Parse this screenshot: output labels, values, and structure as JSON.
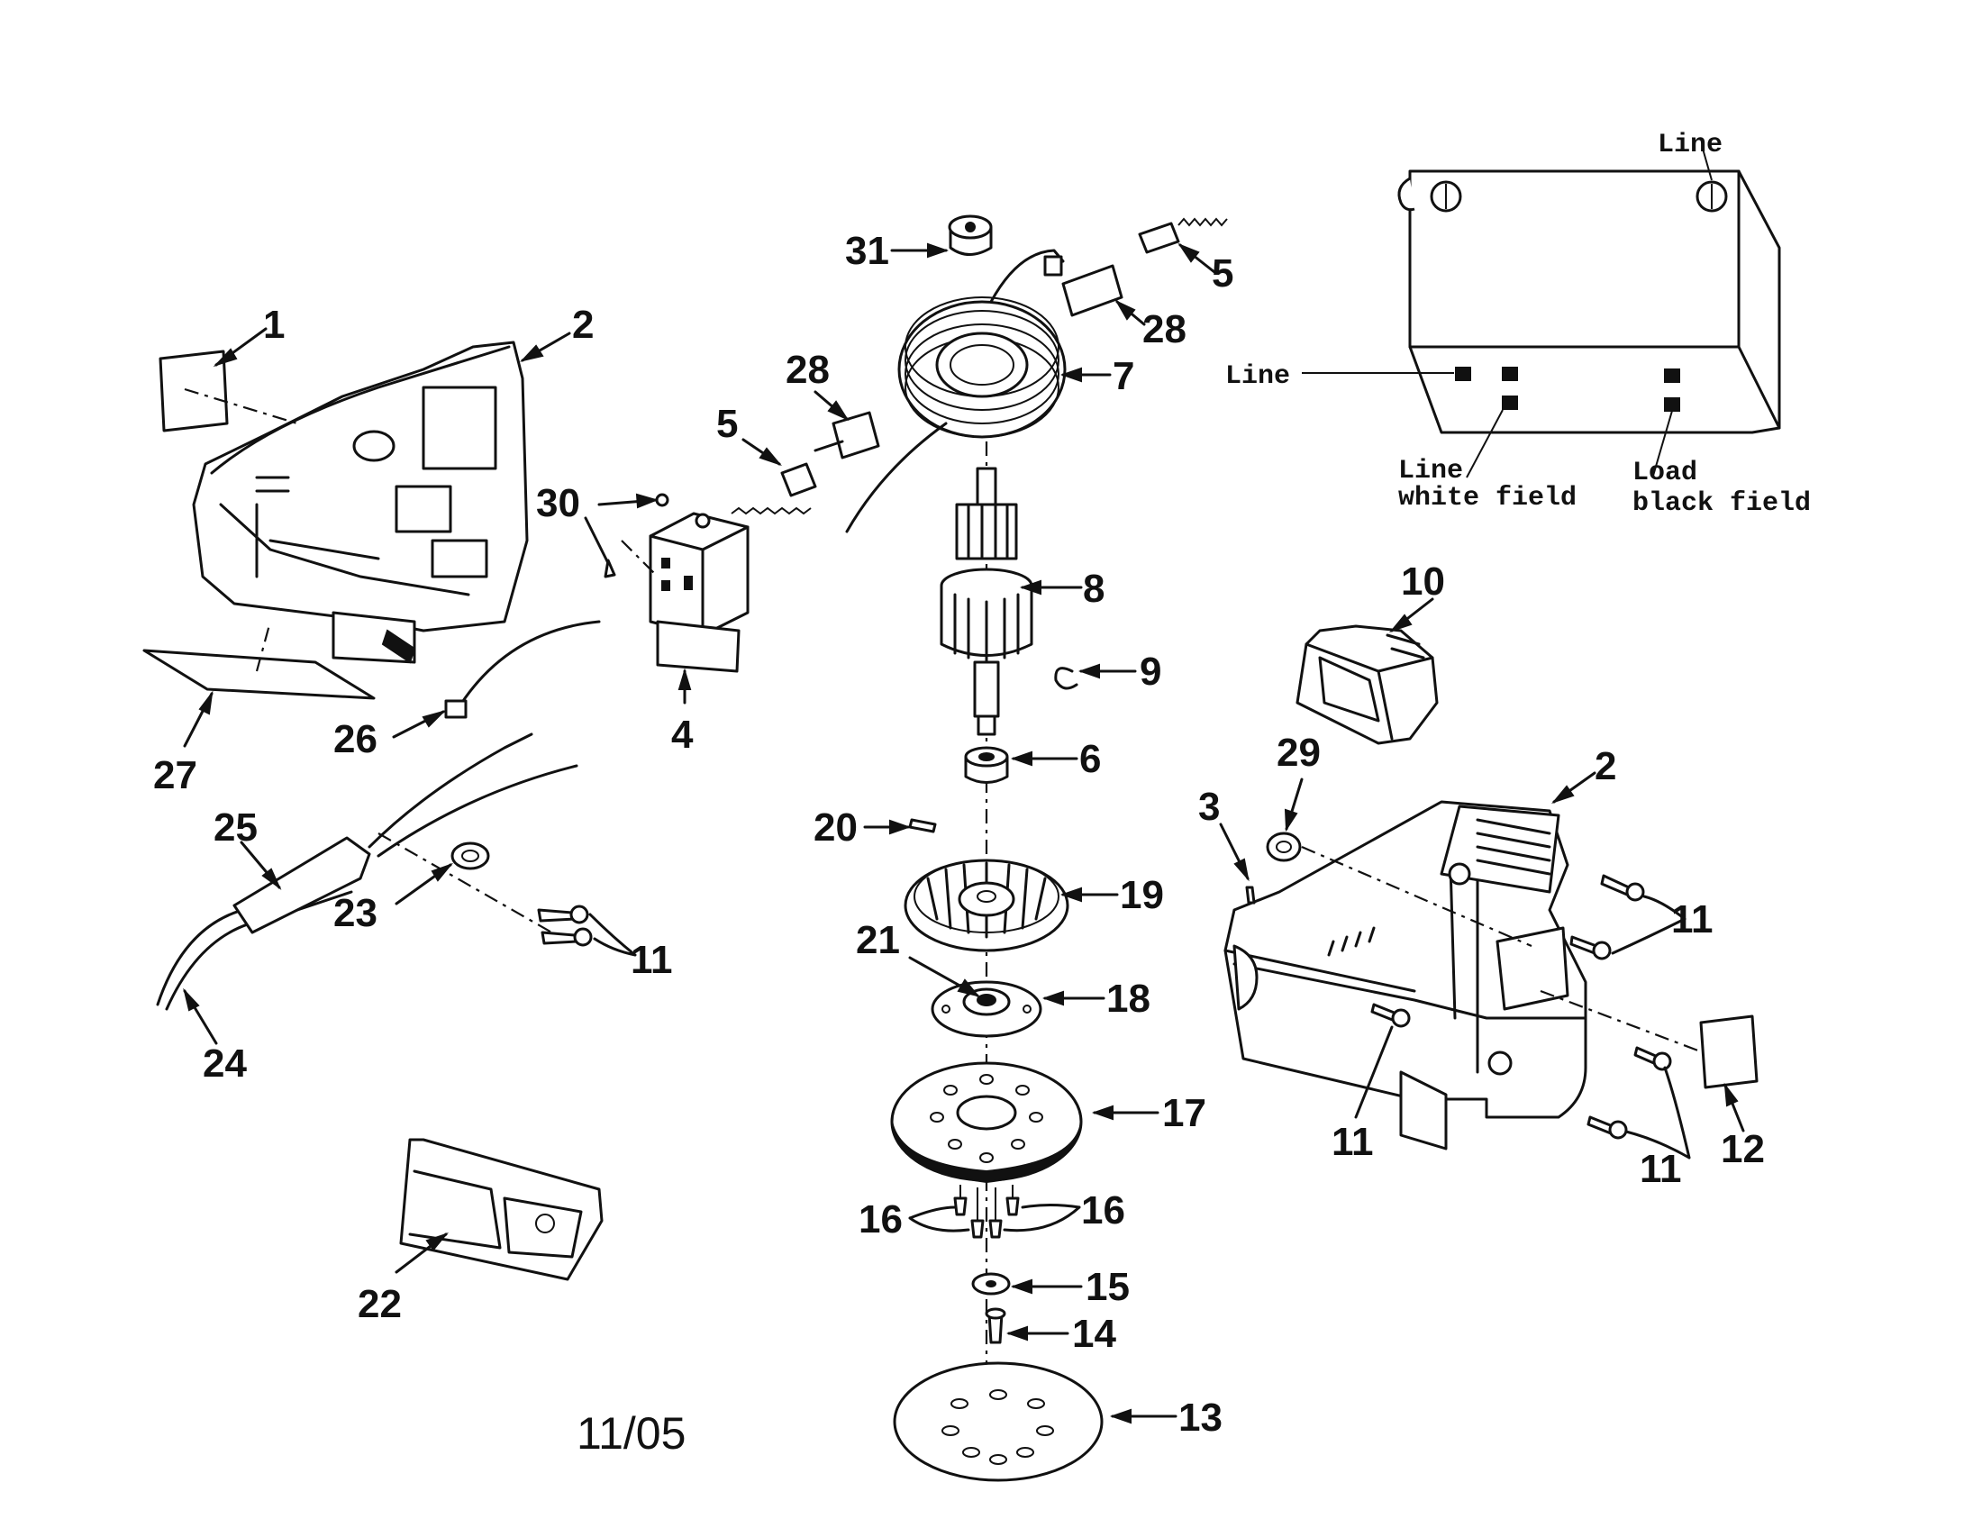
{
  "parts": [
    {
      "id": "p1",
      "label": "1"
    },
    {
      "id": "p2a",
      "label": "2"
    },
    {
      "id": "p2b",
      "label": "2"
    },
    {
      "id": "p3",
      "label": "3"
    },
    {
      "id": "p4",
      "label": "4"
    },
    {
      "id": "p5a",
      "label": "5"
    },
    {
      "id": "p5b",
      "label": "5"
    },
    {
      "id": "p6",
      "label": "6"
    },
    {
      "id": "p7",
      "label": "7"
    },
    {
      "id": "p8",
      "label": "8"
    },
    {
      "id": "p9",
      "label": "9"
    },
    {
      "id": "p10",
      "label": "10"
    },
    {
      "id": "p11a",
      "label": "11"
    },
    {
      "id": "p11b",
      "label": "11"
    },
    {
      "id": "p11c",
      "label": "11"
    },
    {
      "id": "p11d",
      "label": "11"
    },
    {
      "id": "p12",
      "label": "12"
    },
    {
      "id": "p13",
      "label": "13"
    },
    {
      "id": "p14",
      "label": "14"
    },
    {
      "id": "p15",
      "label": "15"
    },
    {
      "id": "p16a",
      "label": "16"
    },
    {
      "id": "p16b",
      "label": "16"
    },
    {
      "id": "p17",
      "label": "17"
    },
    {
      "id": "p18",
      "label": "18"
    },
    {
      "id": "p19",
      "label": "19"
    },
    {
      "id": "p20",
      "label": "20"
    },
    {
      "id": "p21",
      "label": "21"
    },
    {
      "id": "p22",
      "label": "22"
    },
    {
      "id": "p23",
      "label": "23"
    },
    {
      "id": "p24",
      "label": "24"
    },
    {
      "id": "p25",
      "label": "25"
    },
    {
      "id": "p26",
      "label": "26"
    },
    {
      "id": "p27",
      "label": "27"
    },
    {
      "id": "p28a",
      "label": "28"
    },
    {
      "id": "p28b",
      "label": "28"
    },
    {
      "id": "p29",
      "label": "29"
    },
    {
      "id": "p30",
      "label": "30"
    },
    {
      "id": "p31",
      "label": "31"
    }
  ],
  "wiring": {
    "line_top": "Line",
    "line_left": "Line",
    "line_white_1": "Line",
    "line_white_2": "white field",
    "load_black_1": "Load",
    "load_black_2": "black field"
  },
  "footer": {
    "date": "11/05"
  }
}
